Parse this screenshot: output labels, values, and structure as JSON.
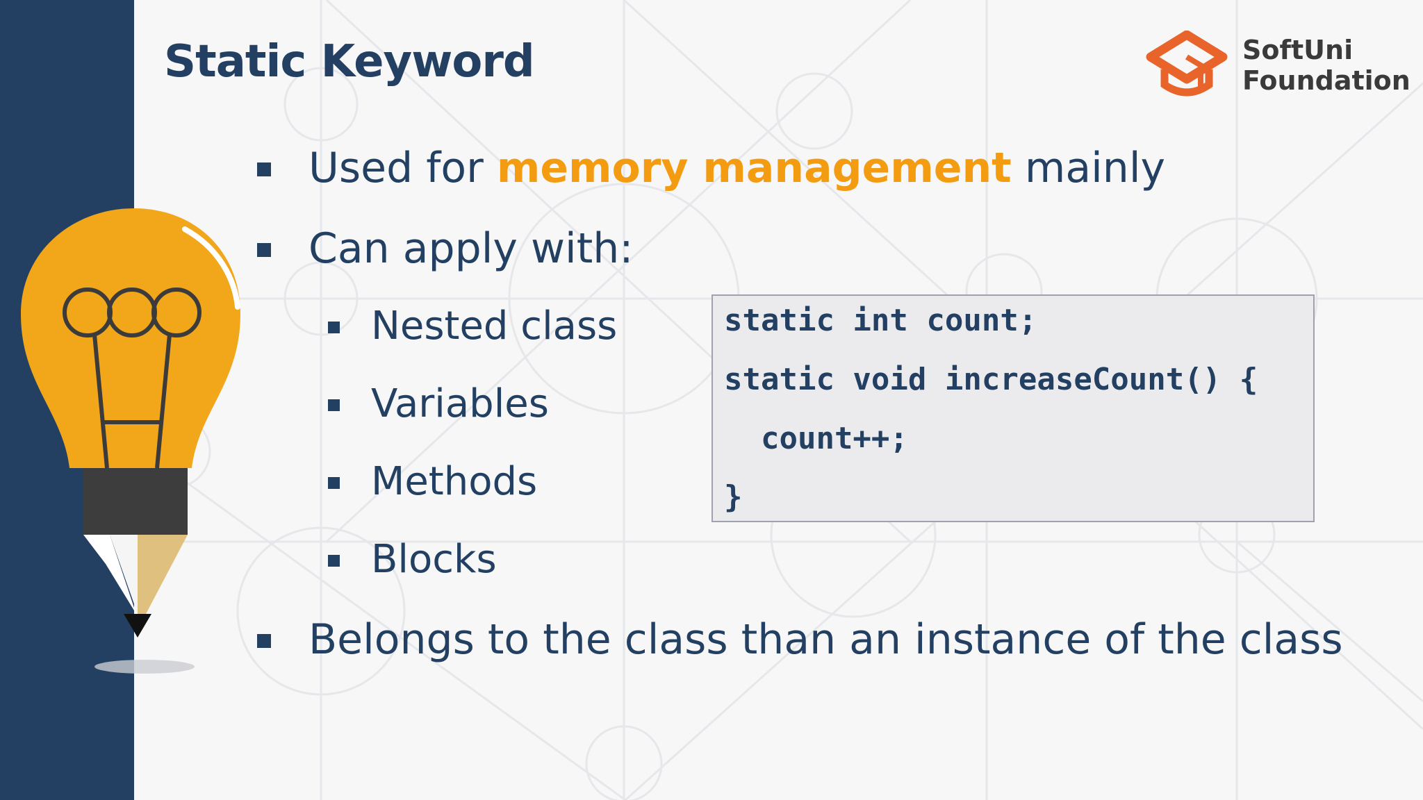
{
  "slide": {
    "title": "Static Keyword",
    "logo": {
      "line1": "SoftUni",
      "line2": "Foundation"
    },
    "bullets": {
      "memory": {
        "before": "Used for ",
        "highlight": "memory management",
        "after": " mainly"
      },
      "apply": "Can apply with:",
      "sub": [
        "Nested class",
        "Variables",
        "Methods",
        "Blocks"
      ],
      "belongs": "Belongs to the class than an instance of the class"
    },
    "code": [
      "static int count;",
      "static void increaseCount() {",
      "  count++;",
      "}"
    ],
    "colors": {
      "sidebar": "#234062",
      "accent": "#f39c12",
      "text": "#234062",
      "logo_orange": "#e8642b"
    }
  }
}
